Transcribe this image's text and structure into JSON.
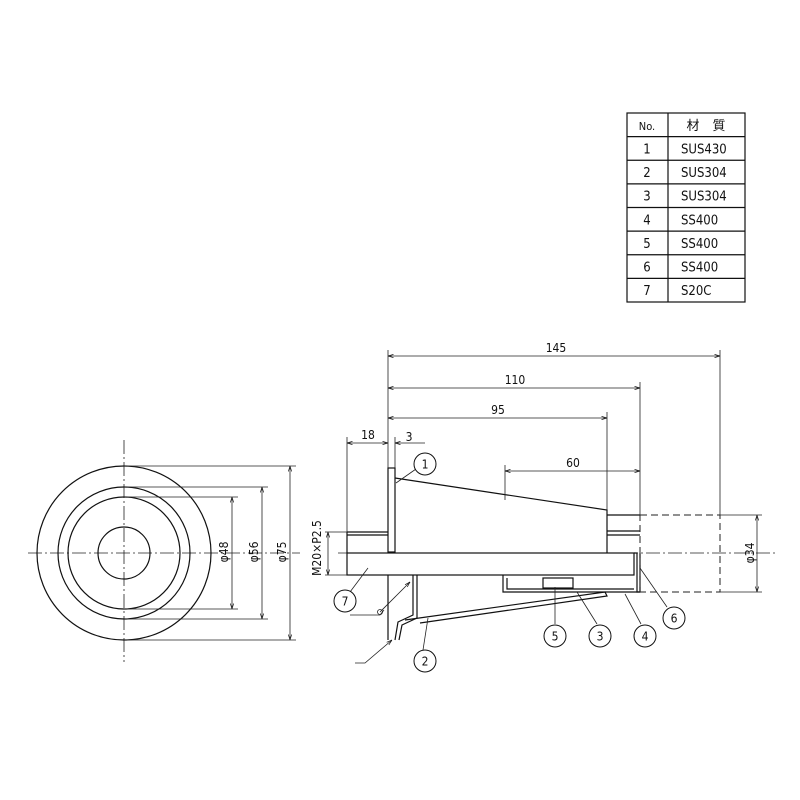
{
  "materials_table": {
    "headers": [
      "No.",
      "材　質"
    ],
    "rows": [
      {
        "no": "1",
        "material": "SUS430"
      },
      {
        "no": "2",
        "material": "SUS304"
      },
      {
        "no": "3",
        "material": "SUS304"
      },
      {
        "no": "4",
        "material": "SS400"
      },
      {
        "no": "5",
        "material": "SS400"
      },
      {
        "no": "6",
        "material": "SS400"
      },
      {
        "no": "7",
        "material": "S20C"
      }
    ]
  },
  "front_view": {
    "dims": {
      "d48": "φ48",
      "d56": "φ56",
      "d75": "φ75"
    }
  },
  "side_view": {
    "dims": {
      "l145": "145",
      "l110": "110",
      "l95": "95",
      "l60": "60",
      "l18": "18",
      "l3": "3",
      "d34": "φ34",
      "thread": "M20×P2.5"
    },
    "callouts": [
      "1",
      "2",
      "3",
      "4",
      "5",
      "6",
      "7"
    ]
  }
}
